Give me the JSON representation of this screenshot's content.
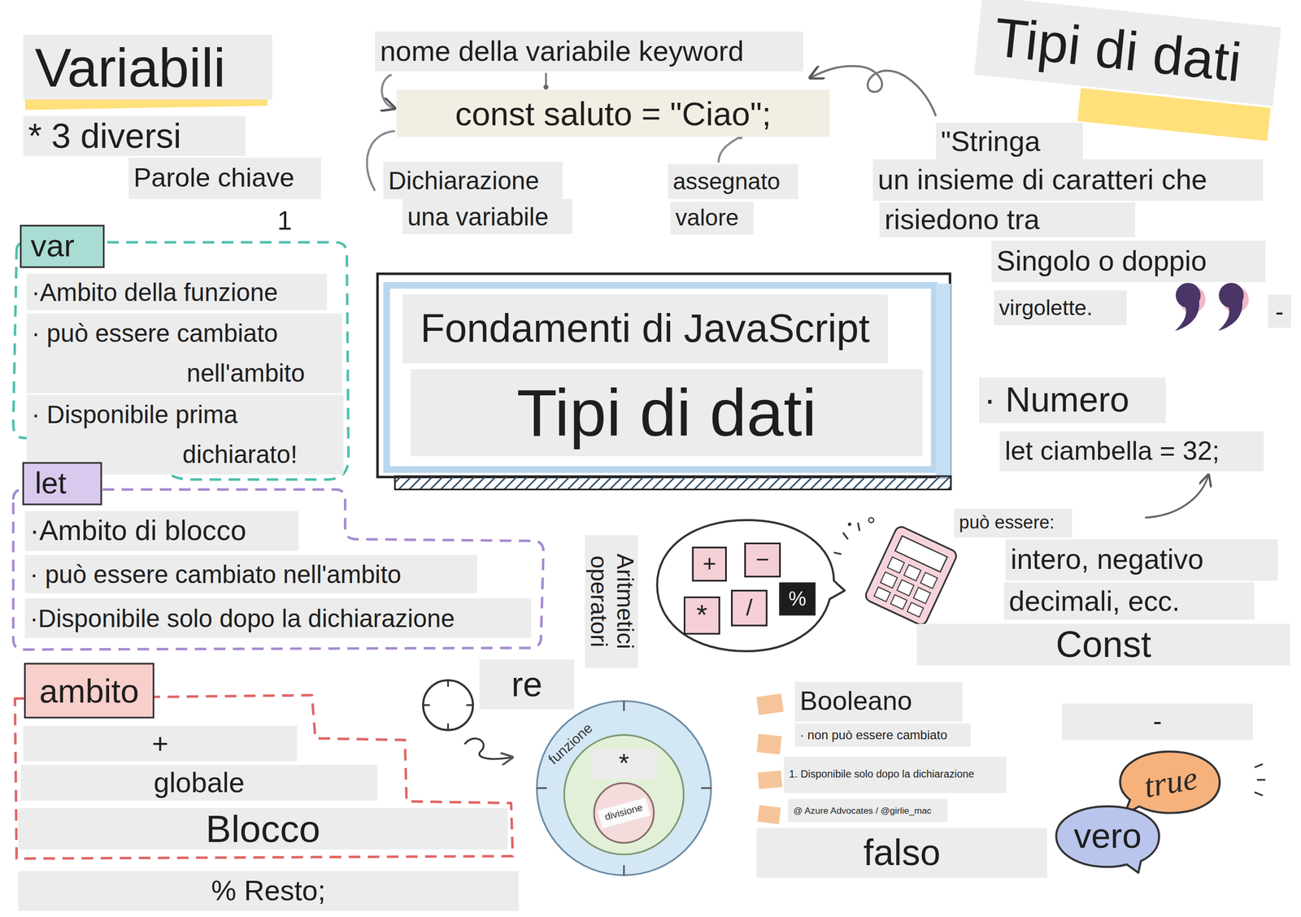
{
  "diagram": {
    "nodes": [
      {
        "text": [
          "const saluto = \"Ciao\";"
        ]
      },
      {
        "text": [
          "Fondamenti di JavaScript",
          "Tipi di dati"
        ]
      },
      {
        "text": [
          "var",
          "·Ambito della funzione",
          "· può essere cambiato nell'ambito",
          "· Disponibile prima dichiarato!"
        ]
      },
      {
        "text": [
          "let",
          "·Ambito di blocco",
          "· può essere cambiato nell'ambito",
          "·Disponibile solo dopo la dichiarazione"
        ]
      },
      {
        "text": [
          "ambito",
          "+",
          "globale",
          "Blocco"
        ]
      },
      {
        "text": [
          "Aritmetici operatori"
        ]
      },
      {
        "text": [
          "+"
        ],
        "in": 5
      },
      {
        "text": [
          "−"
        ],
        "in": 5
      },
      {
        "text": [
          "*"
        ],
        "in": 5
      },
      {
        "text": [
          "/"
        ],
        "in": 5
      },
      {
        "text": [
          "%"
        ],
        "in": 5
      },
      {
        "text": [
          "funzione"
        ]
      },
      {
        "text": [
          "*"
        ],
        "in": 11
      },
      {
        "text": [
          "divisione"
        ],
        "in": 12
      },
      {
        "text": [
          "true"
        ]
      },
      {
        "text": [
          "vero"
        ]
      }
    ],
    "labels": [
      "Variabili",
      "nome della variabile keyword",
      "Tipi di dati",
      "* 3 diversi",
      "Dichiarazione",
      "una variabile",
      "assegnato",
      "valore",
      "\"Stringa",
      "un insieme di caratteri che",
      "Parole chiave",
      "risiedono tra",
      "1",
      "Singolo o doppio",
      "virgolette.",
      "-",
      "· Numero",
      "let ciambella = 32;",
      "può essere:",
      "intero, negativo",
      "decimali, ecc.",
      "Const",
      "re",
      "Booleano",
      "· non può essere cambiato",
      "-",
      "1. Disponibile solo dopo la dichiarazione",
      "@ Azure Advocates / @girlie_mac",
      "falso",
      "% Resto;"
    ]
  }
}
